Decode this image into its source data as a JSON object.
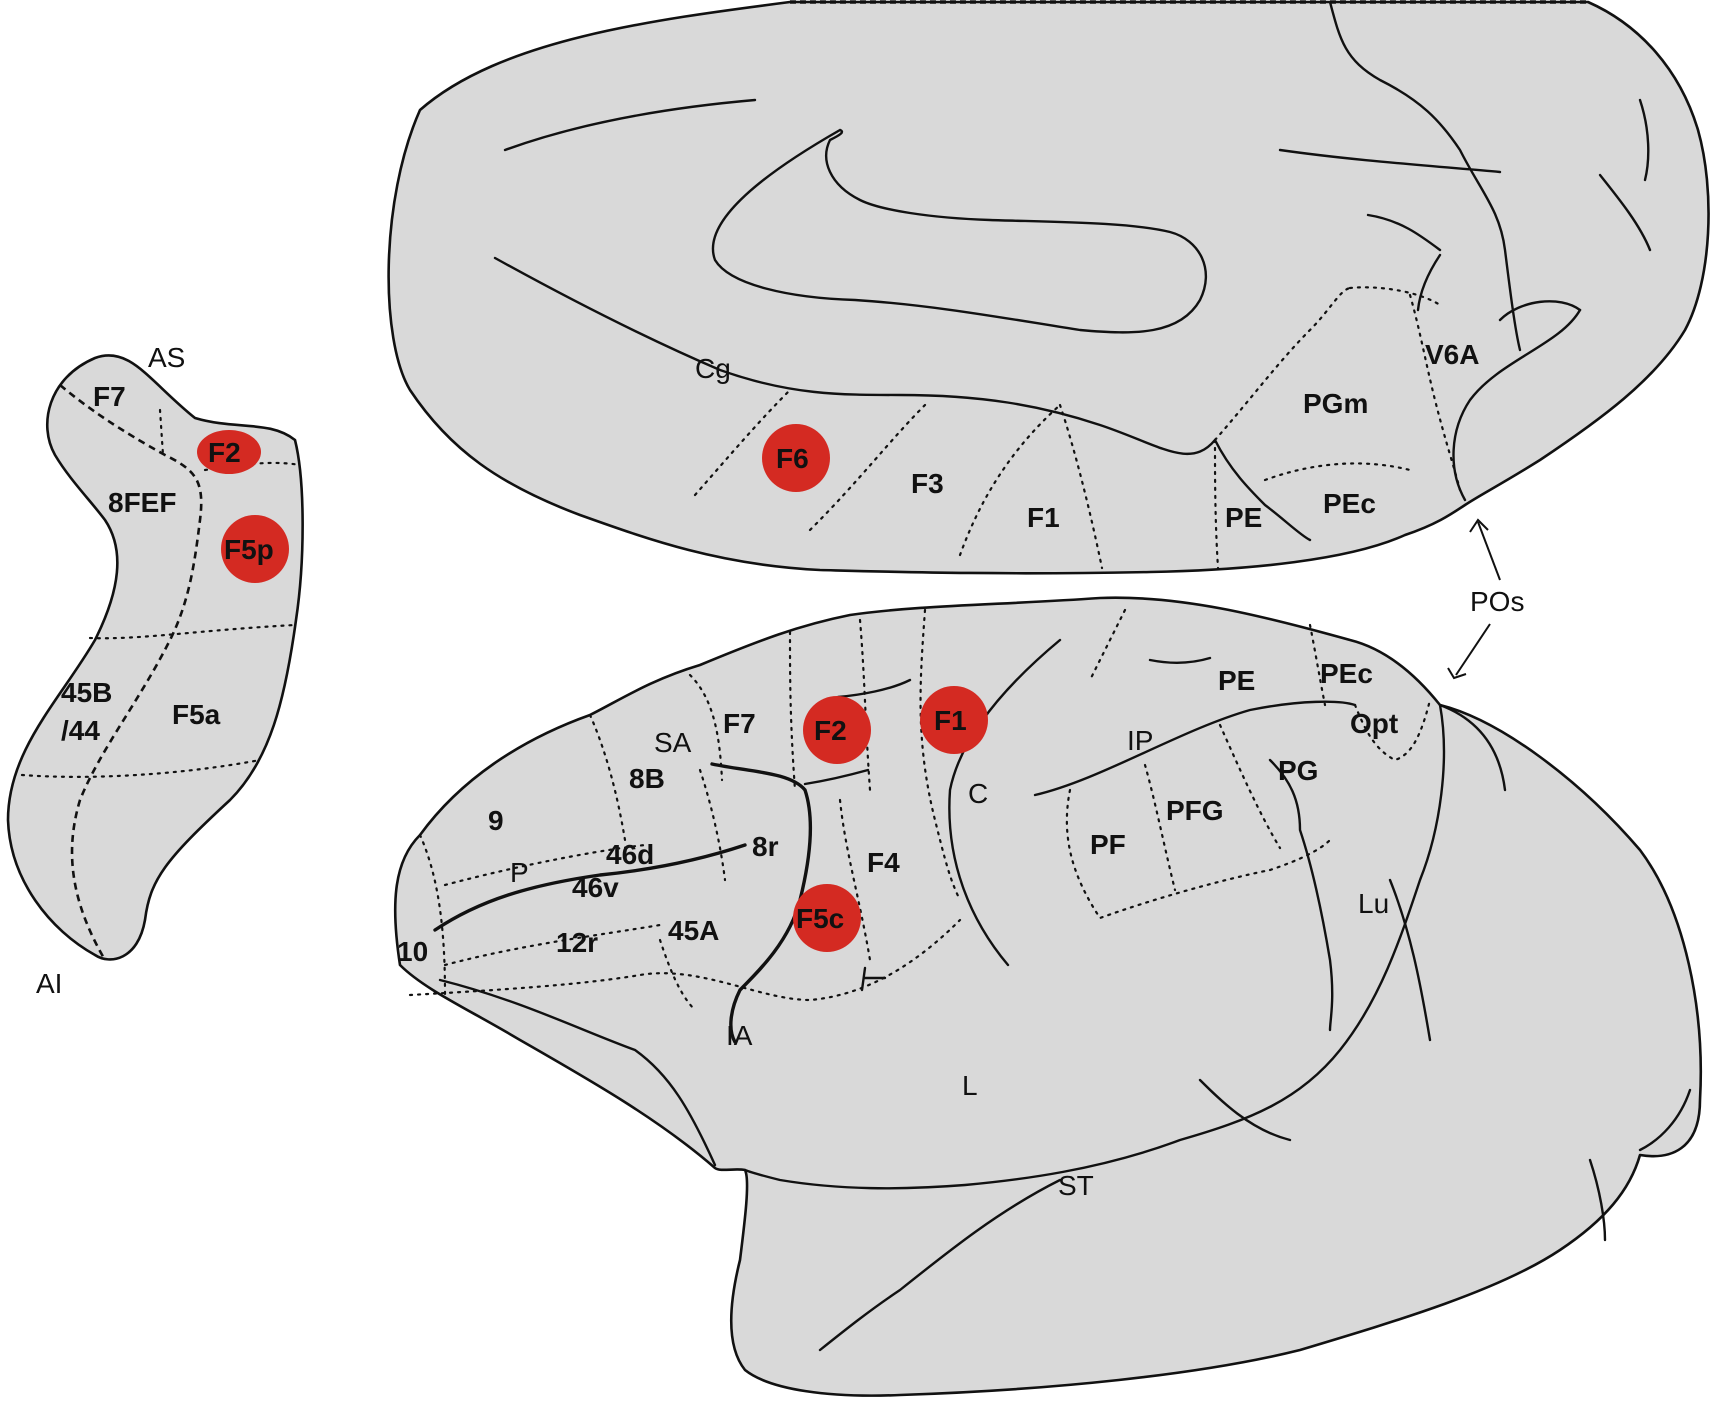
{
  "highlight_color": "#d42a22",
  "surface_color": "#d9d9d9",
  "areas": {
    "f7_left": "F7",
    "f2_left": "F2",
    "fef": "8FEF",
    "f5p": "F5p",
    "a45b": "45B",
    "a44": "/44",
    "f5a": "F5a",
    "f6": "F6",
    "f3": "F3",
    "f1_medial": "F1",
    "pe_medial": "PE",
    "pec_medial": "PEc",
    "pgm": "PGm",
    "v6a": "V6A",
    "f7_lat": "F7",
    "f2_lat": "F2",
    "f1_lat": "F1",
    "b8": "8B",
    "a9": "9",
    "d46": "46d",
    "v46": "46v",
    "r8": "8r",
    "a10": "10",
    "r12": "12r",
    "a45a": "45A",
    "f5c": "F5c",
    "f4": "F4",
    "pe_lat": "PE",
    "pec_lat": "PEc",
    "opt": "Opt",
    "pg": "PG",
    "pfg": "PFG",
    "pf": "PF"
  },
  "sulci": {
    "as": "AS",
    "ai": "AI",
    "cg": "Cg",
    "pos": "POs",
    "sa": "SA",
    "p": "P",
    "ia": "IA",
    "c": "C",
    "ip": "IP",
    "lu": "Lu",
    "l": "L",
    "st": "ST"
  }
}
